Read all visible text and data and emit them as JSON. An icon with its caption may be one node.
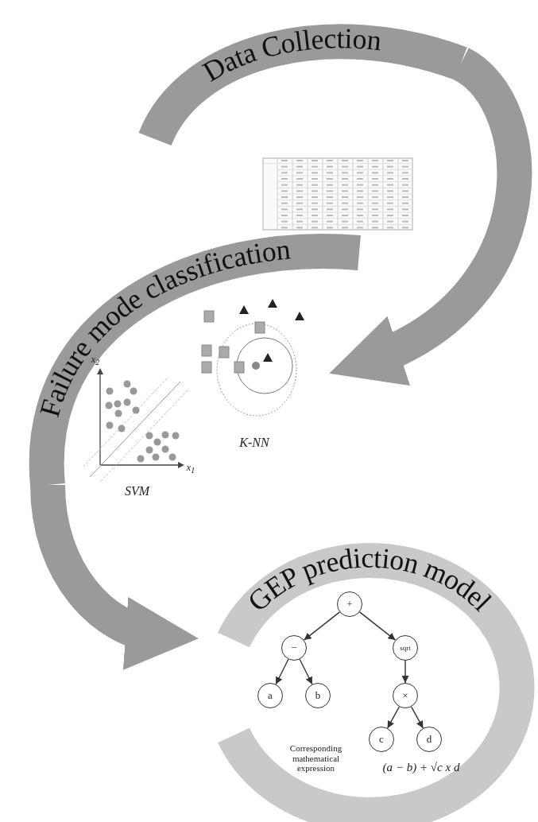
{
  "diagram": {
    "nodes": [
      {
        "text": [
          "Data Collection"
        ]
      },
      {
        "text": [],
        "shape": "picture"
      },
      {
        "text": [
          "Failure mode classification"
        ]
      },
      {
        "text": [],
        "shape": "picture",
        "in": 2,
        "beside": [
          "K-NN"
        ]
      },
      {
        "text": [],
        "shape": "picture",
        "in": 2,
        "beside": [
          "SVM"
        ]
      },
      {
        "text": [
          "GEP prediction model"
        ]
      },
      {
        "text": [
          "+"
        ],
        "in": 5
      },
      {
        "text": [
          "−"
        ],
        "in": 5
      },
      {
        "text": [
          "sqrt"
        ],
        "in": 5
      },
      {
        "text": [
          "a"
        ],
        "in": 5
      },
      {
        "text": [
          "b"
        ],
        "in": 5
      },
      {
        "text": [
          "×"
        ],
        "in": 5
      },
      {
        "text": [
          "c"
        ],
        "in": 5
      },
      {
        "text": [
          "d"
        ],
        "in": 5
      }
    ],
    "edges": [
      {
        "from": 0,
        "to": 3,
        "arrow": "to",
        "style": "thick",
        "color": "#9a9a9a"
      },
      {
        "from": 2,
        "to": 5,
        "arrow": "to",
        "style": "thick",
        "color": "#9a9a9a"
      },
      {
        "from": 6,
        "to": 7,
        "arrow": "to"
      },
      {
        "from": 6,
        "to": 8,
        "arrow": "to"
      },
      {
        "from": 7,
        "to": 9,
        "arrow": "to"
      },
      {
        "from": 7,
        "to": 10,
        "arrow": "to"
      },
      {
        "from": 8,
        "to": 11,
        "arrow": "to"
      },
      {
        "from": 11,
        "to": 12,
        "arrow": "to"
      },
      {
        "from": 11,
        "to": 13,
        "arrow": "to"
      }
    ],
    "labels": [
      "x$_{2}$",
      "x$_{1}$",
      "Corresponding mathematical expression",
      "(a − b) + √c x d"
    ]
  }
}
